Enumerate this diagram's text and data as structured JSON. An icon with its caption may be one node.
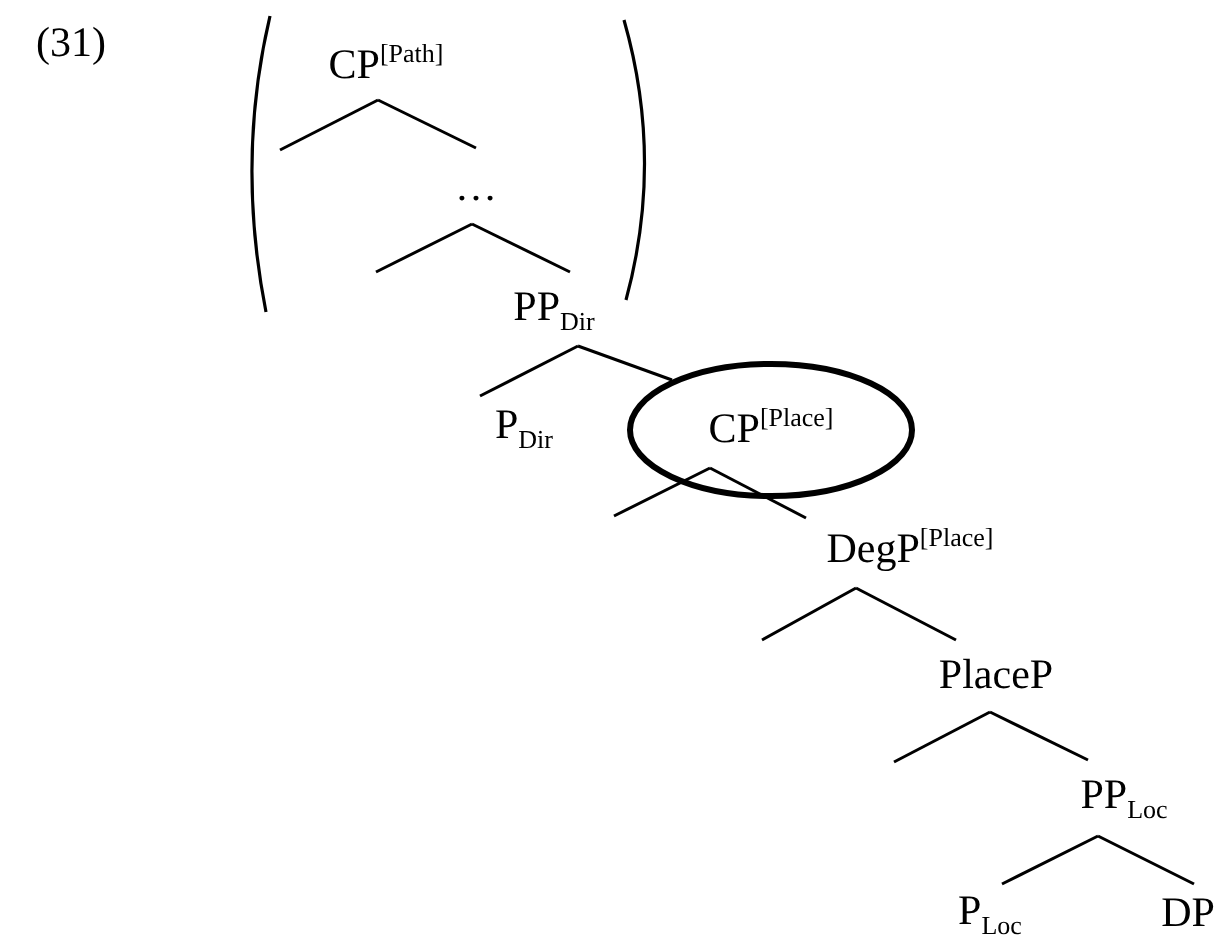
{
  "diagram": {
    "nodes": [
      {
        "text": [
          "CP$^{[Path]}$"
        ]
      },
      {
        "text": [
          "…"
        ]
      },
      {
        "text": [
          "PP$_{Dir}$"
        ]
      },
      {
        "text": [
          "P$_{Dir}$"
        ]
      },
      {
        "text": [
          "CP$^{[Place]}$"
        ]
      },
      {
        "text": [
          "DegP$^{[Place]}$"
        ]
      },
      {
        "text": [
          "PlaceP"
        ]
      },
      {
        "text": [
          "PP$_{Loc}$"
        ]
      },
      {
        "text": [
          "P$_{Loc}$"
        ]
      },
      {
        "text": [
          "DP"
        ]
      }
    ],
    "edges": [
      {
        "from": 0,
        "to": null,
        "arrow": "none"
      },
      {
        "from": 0,
        "to": 1,
        "arrow": "none"
      },
      {
        "from": 1,
        "to": null,
        "arrow": "none"
      },
      {
        "from": 1,
        "to": 2,
        "arrow": "none"
      },
      {
        "from": 2,
        "to": 3,
        "arrow": "none"
      },
      {
        "from": 2,
        "to": 4,
        "arrow": "none"
      },
      {
        "from": 4,
        "to": null,
        "arrow": "none"
      },
      {
        "from": 4,
        "to": 5,
        "arrow": "none"
      },
      {
        "from": 5,
        "to": null,
        "arrow": "none"
      },
      {
        "from": 5,
        "to": 6,
        "arrow": "none"
      },
      {
        "from": 6,
        "to": null,
        "arrow": "none"
      },
      {
        "from": 6,
        "to": 7,
        "arrow": "none"
      },
      {
        "from": 7,
        "to": 8,
        "arrow": "none"
      },
      {
        "from": 7,
        "to": 9,
        "arrow": "none"
      }
    ],
    "labels": [
      "(31)"
    ]
  }
}
